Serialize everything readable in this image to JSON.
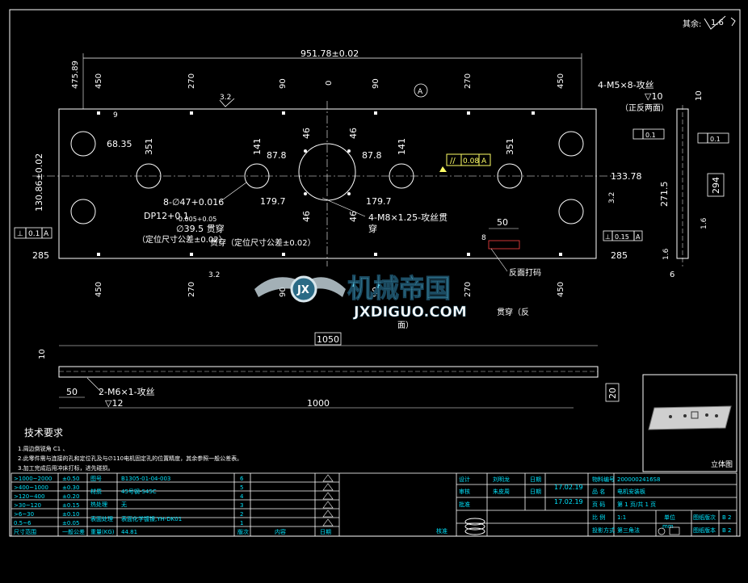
{
  "header": {
    "surface_label": "其余:",
    "surface_value": "1.6"
  },
  "top_view": {
    "overall_dim": "951.78±0.02",
    "left_dim": "475.89",
    "col_dims_top": [
      "450",
      "270",
      "90",
      "0",
      "90",
      "270",
      "450"
    ],
    "col_dims_bottom": [
      "450",
      "270",
      "90",
      "90",
      "270",
      "450"
    ],
    "nine": "9",
    "roughness": "3.2",
    "hole_dims": [
      "68.35",
      "351",
      "141",
      "87.8",
      "46",
      "46",
      "87.8",
      "141",
      "351"
    ],
    "right_dim": "133.78",
    "vert_dim": "130.86±0.02",
    "lower_dims": [
      "179.7",
      "179.7",
      "46",
      "46"
    ],
    "edge_dim_left": "285",
    "edge_dim_right": "285",
    "flat_tol_value": "0.08",
    "flat_tol_datum": "A",
    "perp_tol_value": "0.1",
    "perp_tol_datum": "A",
    "perp_tol2_value": "0.15",
    "perp_tol2_datum": "A",
    "datum_circle": "A",
    "notes": {
      "hole8": "8-∅47+0.016",
      "dp12": "DP12+0.1",
      "tol_small": "-0.005+0.05",
      "dia39": "∅39.5  贯穿",
      "locating": "（定位尺寸公差±0.02）",
      "locating2": "贯穿（定位尺寸公差±0.02）",
      "m8": "4-M8×1.25-攻丝贯",
      "m8b": "穿",
      "mark50": "50",
      "mark8": "8",
      "reverse_mark": "反面打码",
      "reverse_face": "面）",
      "through_rev": "贯穿（反"
    }
  },
  "side_view": {
    "m5": "4-M5×8-攻丝",
    "depth10": "▽10",
    "both_sides": "（正反两面）",
    "dim10": "10",
    "dim271": "271.5",
    "dim294": "294",
    "dim6": "6",
    "dim16": "1.6",
    "rough32": "3.2",
    "tol01": "0.1",
    "tol01b": "0.1"
  },
  "front_view": {
    "dim1050": "1050",
    "dim10": "10",
    "dim50": "50",
    "m6": "2-M6×1-攻丝",
    "depth12": "▽12",
    "dim1000": "1000",
    "dim20": "20"
  },
  "watermark": {
    "title": "机械帝国",
    "url": "JXDIGUO.COM"
  },
  "tech": {
    "title": "技术要求",
    "items": [
      "1.周边倒锐角 C1 、",
      "2.此零件需与连接的孔和定位孔及与∅110电机固定孔的位置精度，其余参照一般公差表。",
      "3.加工完成后用冲床打标，进先碰损。"
    ]
  },
  "tolerance_table": {
    "rows": [
      [
        ">1000~2000",
        "±0.50"
      ],
      [
        ">400~1000",
        "±0.30"
      ],
      [
        ">120~400",
        "±0.20"
      ],
      [
        ">30~120",
        "±0.15"
      ],
      [
        ">6~30",
        "±0.10"
      ],
      [
        "0.5~6",
        "±0.05"
      ]
    ],
    "footer": [
      "尺寸范围",
      "一般公差"
    ]
  },
  "part_info": {
    "labels": [
      "图号",
      "材质",
      "热处理",
      "表面处理",
      "重量(KG)"
    ],
    "values": [
      "B1305-01-04-003",
      "45号钢-S45C",
      "无",
      "表面化学镀镍,YH-DK01",
      "44.81"
    ]
  },
  "revision": {
    "nums": [
      "6",
      "5",
      "4",
      "3",
      "2",
      "1"
    ],
    "footer": [
      "版次",
      "内容",
      "日期"
    ]
  },
  "title_block": {
    "design": "设计",
    "designer": "刘明龙",
    "date_lbl": "日期",
    "date": "17.02.19",
    "check": "审核",
    "checker": "朱皮周",
    "date2": "17.02.19",
    "code_lbl": "物料编号",
    "code": "2000002416S8",
    "name_lbl": "品 名",
    "name": "电机安装板",
    "page_lbl": "页 码",
    "page": "第 1 页/共 1 页",
    "scale_lbl": "比 例",
    "scale": "1:1",
    "unit_lbl": "单位",
    "unit": "mm",
    "proj_lbl": "投影方式",
    "proj": "第三角法",
    "ver_lbl": "图纸版次",
    "ver": "B 2",
    "ver_lbl2": "图纸版本",
    "ver2": "B 2",
    "approve": "核准",
    "approve2": "批准"
  },
  "iso_label": "立体图"
}
